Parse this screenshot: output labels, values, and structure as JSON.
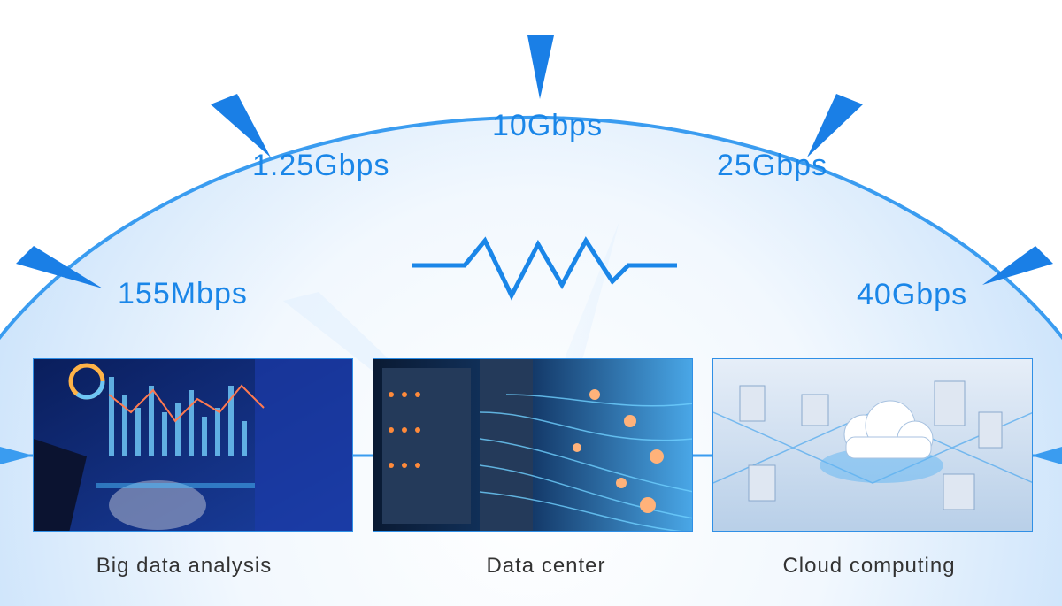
{
  "speeds": [
    {
      "label": "155Mbps"
    },
    {
      "label": "1.25Gbps"
    },
    {
      "label": "10Gbps"
    },
    {
      "label": "25Gbps"
    },
    {
      "label": "40Gbps"
    }
  ],
  "scenarios": [
    {
      "caption": "Big data analysis",
      "icon": "analytics-dashboard-photo"
    },
    {
      "caption": "Data center",
      "icon": "server-rack-fiber-photo"
    },
    {
      "caption": "Cloud computing",
      "icon": "cloud-city-photo"
    }
  ],
  "colors": {
    "accent": "#1a86e8",
    "arc": "#3a9cf0",
    "caption": "#333333"
  }
}
